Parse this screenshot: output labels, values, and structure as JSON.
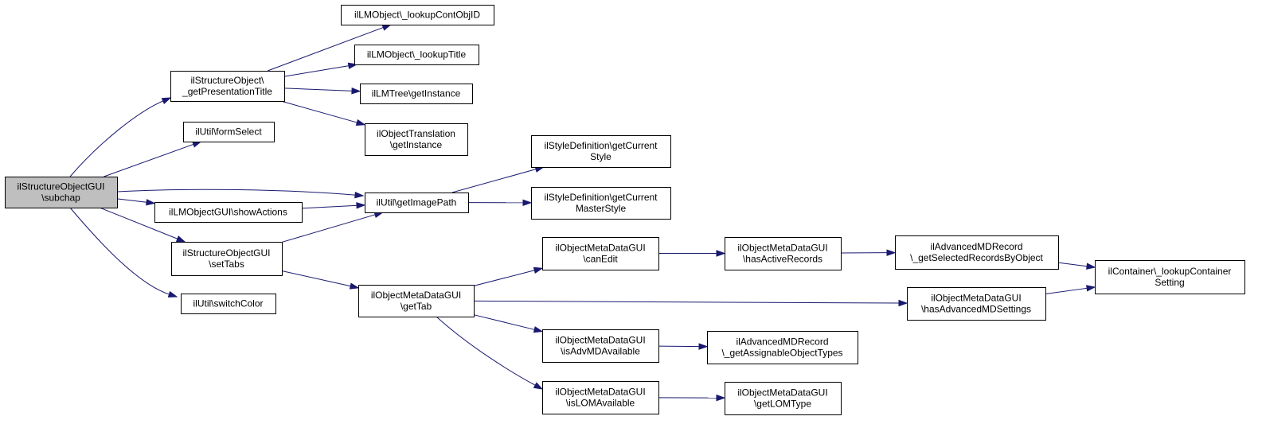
{
  "colors": {
    "edge": "#191970",
    "node_border": "#000000",
    "node_fill": "#ffffff",
    "root_fill": "#bfbfbf"
  },
  "nodes": [
    {
      "id": "root",
      "lines": [
        "ilStructureObjectGUI",
        "\\subchap"
      ],
      "root": true
    },
    {
      "id": "getPresentationTitle",
      "lines": [
        "ilStructureObject\\",
        "_getPresentationTitle"
      ]
    },
    {
      "id": "formSelect",
      "lines": [
        "ilUtil\\formSelect"
      ]
    },
    {
      "id": "showActions",
      "lines": [
        "ilLMObjectGUI\\showActions"
      ]
    },
    {
      "id": "setTabs",
      "lines": [
        "ilStructureObjectGUI",
        "\\setTabs"
      ]
    },
    {
      "id": "switchColor",
      "lines": [
        "ilUtil\\switchColor"
      ]
    },
    {
      "id": "lookupContObjID",
      "lines": [
        "ilLMObject\\_lookupContObjID"
      ]
    },
    {
      "id": "lookupTitle",
      "lines": [
        "ilLMObject\\_lookupTitle"
      ]
    },
    {
      "id": "lmTreeGetInstance",
      "lines": [
        "ilLMTree\\getInstance"
      ]
    },
    {
      "id": "objTranslationGetInstance",
      "lines": [
        "ilObjectTranslation",
        "\\getInstance"
      ]
    },
    {
      "id": "getImagePath",
      "lines": [
        "ilUtil\\getImagePath"
      ]
    },
    {
      "id": "getCurrentStyle",
      "lines": [
        "ilStyleDefinition\\getCurrent",
        "Style"
      ]
    },
    {
      "id": "getCurrentMasterStyle",
      "lines": [
        "ilStyleDefinition\\getCurrent",
        "MasterStyle"
      ]
    },
    {
      "id": "getTab",
      "lines": [
        "ilObjectMetaDataGUI",
        "\\getTab"
      ]
    },
    {
      "id": "canEdit",
      "lines": [
        "ilObjectMetaDataGUI",
        "\\canEdit"
      ]
    },
    {
      "id": "isAdvMDAvailable",
      "lines": [
        "ilObjectMetaDataGUI",
        "\\isAdvMDAvailable"
      ]
    },
    {
      "id": "isLOMAvailable",
      "lines": [
        "ilObjectMetaDataGUI",
        "\\isLOMAvailable"
      ]
    },
    {
      "id": "hasActiveRecords",
      "lines": [
        "ilObjectMetaDataGUI",
        "\\hasActiveRecords"
      ]
    },
    {
      "id": "getSelectedRecordsByObject",
      "lines": [
        "ilAdvancedMDRecord",
        "\\_getSelectedRecordsByObject"
      ]
    },
    {
      "id": "hasAdvancedMDSettings",
      "lines": [
        "ilObjectMetaDataGUI",
        "\\hasAdvancedMDSettings"
      ]
    },
    {
      "id": "lookupContainerSetting",
      "lines": [
        "ilContainer\\_lookupContainer",
        "Setting"
      ]
    },
    {
      "id": "getAssignableObjectTypes",
      "lines": [
        "ilAdvancedMDRecord",
        "\\_getAssignableObjectTypes"
      ]
    },
    {
      "id": "getLOMType",
      "lines": [
        "ilObjectMetaDataGUI",
        "\\getLOMType"
      ]
    }
  ],
  "edges": [
    {
      "from": "root",
      "to": "getPresentationTitle"
    },
    {
      "from": "root",
      "to": "formSelect"
    },
    {
      "from": "root",
      "to": "getImagePath"
    },
    {
      "from": "root",
      "to": "showActions"
    },
    {
      "from": "root",
      "to": "setTabs"
    },
    {
      "from": "root",
      "to": "switchColor"
    },
    {
      "from": "getPresentationTitle",
      "to": "lookupContObjID"
    },
    {
      "from": "getPresentationTitle",
      "to": "lookupTitle"
    },
    {
      "from": "getPresentationTitle",
      "to": "lmTreeGetInstance"
    },
    {
      "from": "getPresentationTitle",
      "to": "objTranslationGetInstance"
    },
    {
      "from": "showActions",
      "to": "getImagePath"
    },
    {
      "from": "setTabs",
      "to": "getImagePath"
    },
    {
      "from": "setTabs",
      "to": "getTab"
    },
    {
      "from": "getImagePath",
      "to": "getCurrentStyle"
    },
    {
      "from": "getImagePath",
      "to": "getCurrentMasterStyle"
    },
    {
      "from": "getTab",
      "to": "canEdit"
    },
    {
      "from": "getTab",
      "to": "hasAdvancedMDSettings"
    },
    {
      "from": "getTab",
      "to": "isAdvMDAvailable"
    },
    {
      "from": "getTab",
      "to": "isLOMAvailable"
    },
    {
      "from": "canEdit",
      "to": "hasActiveRecords"
    },
    {
      "from": "hasActiveRecords",
      "to": "getSelectedRecordsByObject"
    },
    {
      "from": "getSelectedRecordsByObject",
      "to": "lookupContainerSetting"
    },
    {
      "from": "hasAdvancedMDSettings",
      "to": "lookupContainerSetting"
    },
    {
      "from": "isAdvMDAvailable",
      "to": "getAssignableObjectTypes"
    },
    {
      "from": "isLOMAvailable",
      "to": "getLOMType"
    }
  ]
}
